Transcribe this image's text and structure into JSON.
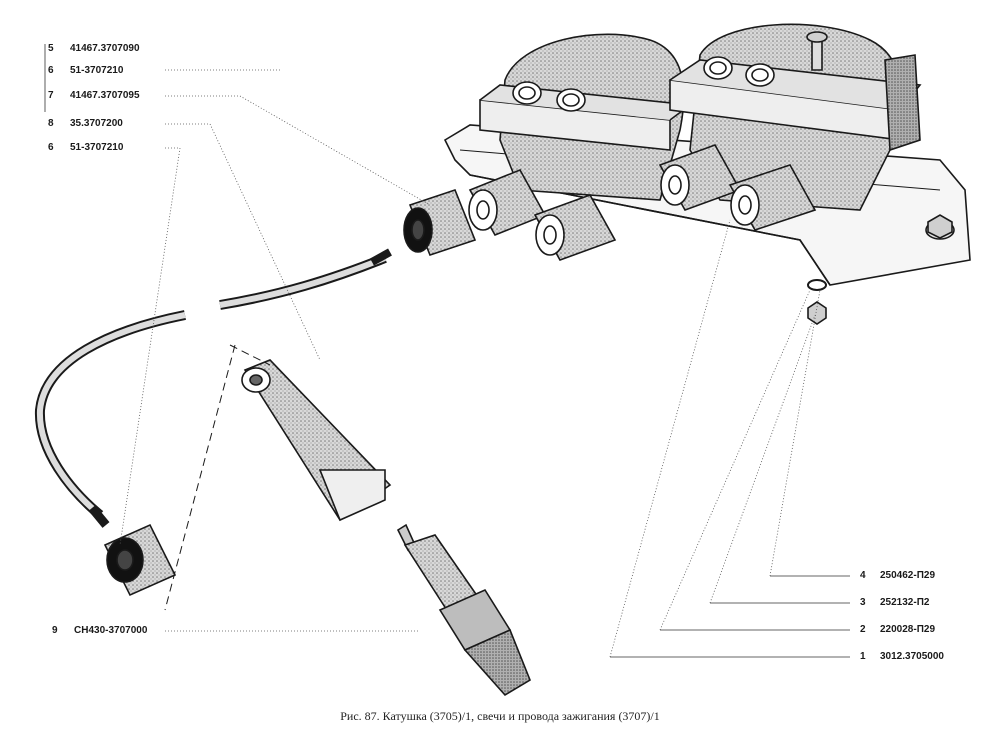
{
  "figure": {
    "caption": "Рис. 87. Катушка (3705)/1, свечи и провода зажигания (3707)/1"
  },
  "callouts_left": [
    {
      "num": "5",
      "part": "41467.3707090"
    },
    {
      "num": "6",
      "part": "51-3707210"
    },
    {
      "num": "7",
      "part": "41467.3707095"
    },
    {
      "num": "8",
      "part": "35.3707200"
    },
    {
      "num": "6",
      "part": "51-3707210"
    },
    {
      "num": "9",
      "part": "CH430-3707000"
    }
  ],
  "callouts_right": [
    {
      "num": "4",
      "part": "250462-П29"
    },
    {
      "num": "3",
      "part": "252132-П2"
    },
    {
      "num": "2",
      "part": "220028-П29"
    },
    {
      "num": "1",
      "part": "3012.3705000"
    }
  ],
  "colors": {
    "ink": "#1a1a1a",
    "shade": "#9a9a9a",
    "paper": "#ffffff"
  }
}
